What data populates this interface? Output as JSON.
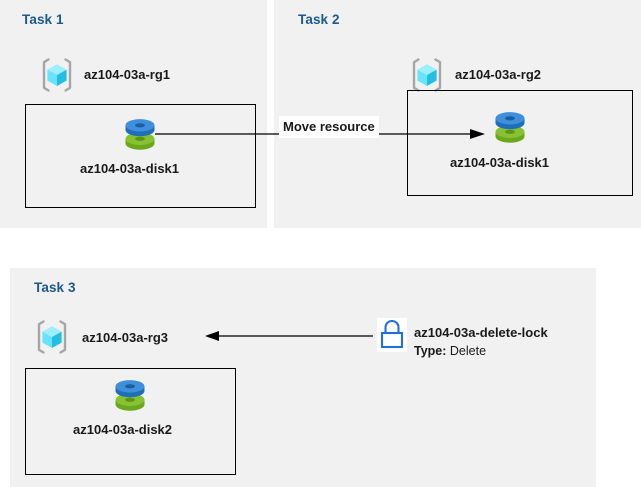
{
  "diagram": {
    "background_color": "#ffffff",
    "panel_color": "#f1f1f1",
    "title_color": "#1b5a8e",
    "accent_blue": "#0f6cbd",
    "disk_blue": "#3a8ddb",
    "disk_green": "#7ab929",
    "rg_cube_cyan": "#50e6ff",
    "lock_outline": "#1f6fe0"
  },
  "tasks": [
    {
      "title": "Task 1",
      "resource_group": "az104-03a-rg1",
      "resource": "az104-03a-disk1",
      "rg_icon": "resource-group-icon",
      "resource_icon": "disk-icon"
    },
    {
      "title": "Task 2",
      "resource_group": "az104-03a-rg2",
      "resource": "az104-03a-disk1",
      "rg_icon": "resource-group-icon",
      "resource_icon": "disk-icon"
    },
    {
      "title": "Task 3",
      "resource_group": "az104-03a-rg3",
      "resource": "az104-03a-disk2",
      "rg_icon": "resource-group-icon",
      "resource_icon": "disk-icon"
    }
  ],
  "connectors": {
    "move_resource_label": "Move resource",
    "move_resource_direction": "left-to-right",
    "lock_direction": "right-to-left"
  },
  "lock": {
    "name": "az104-03a-delete-lock",
    "type_label": "Type:",
    "type_value": "Delete",
    "icon": "lock-icon"
  }
}
